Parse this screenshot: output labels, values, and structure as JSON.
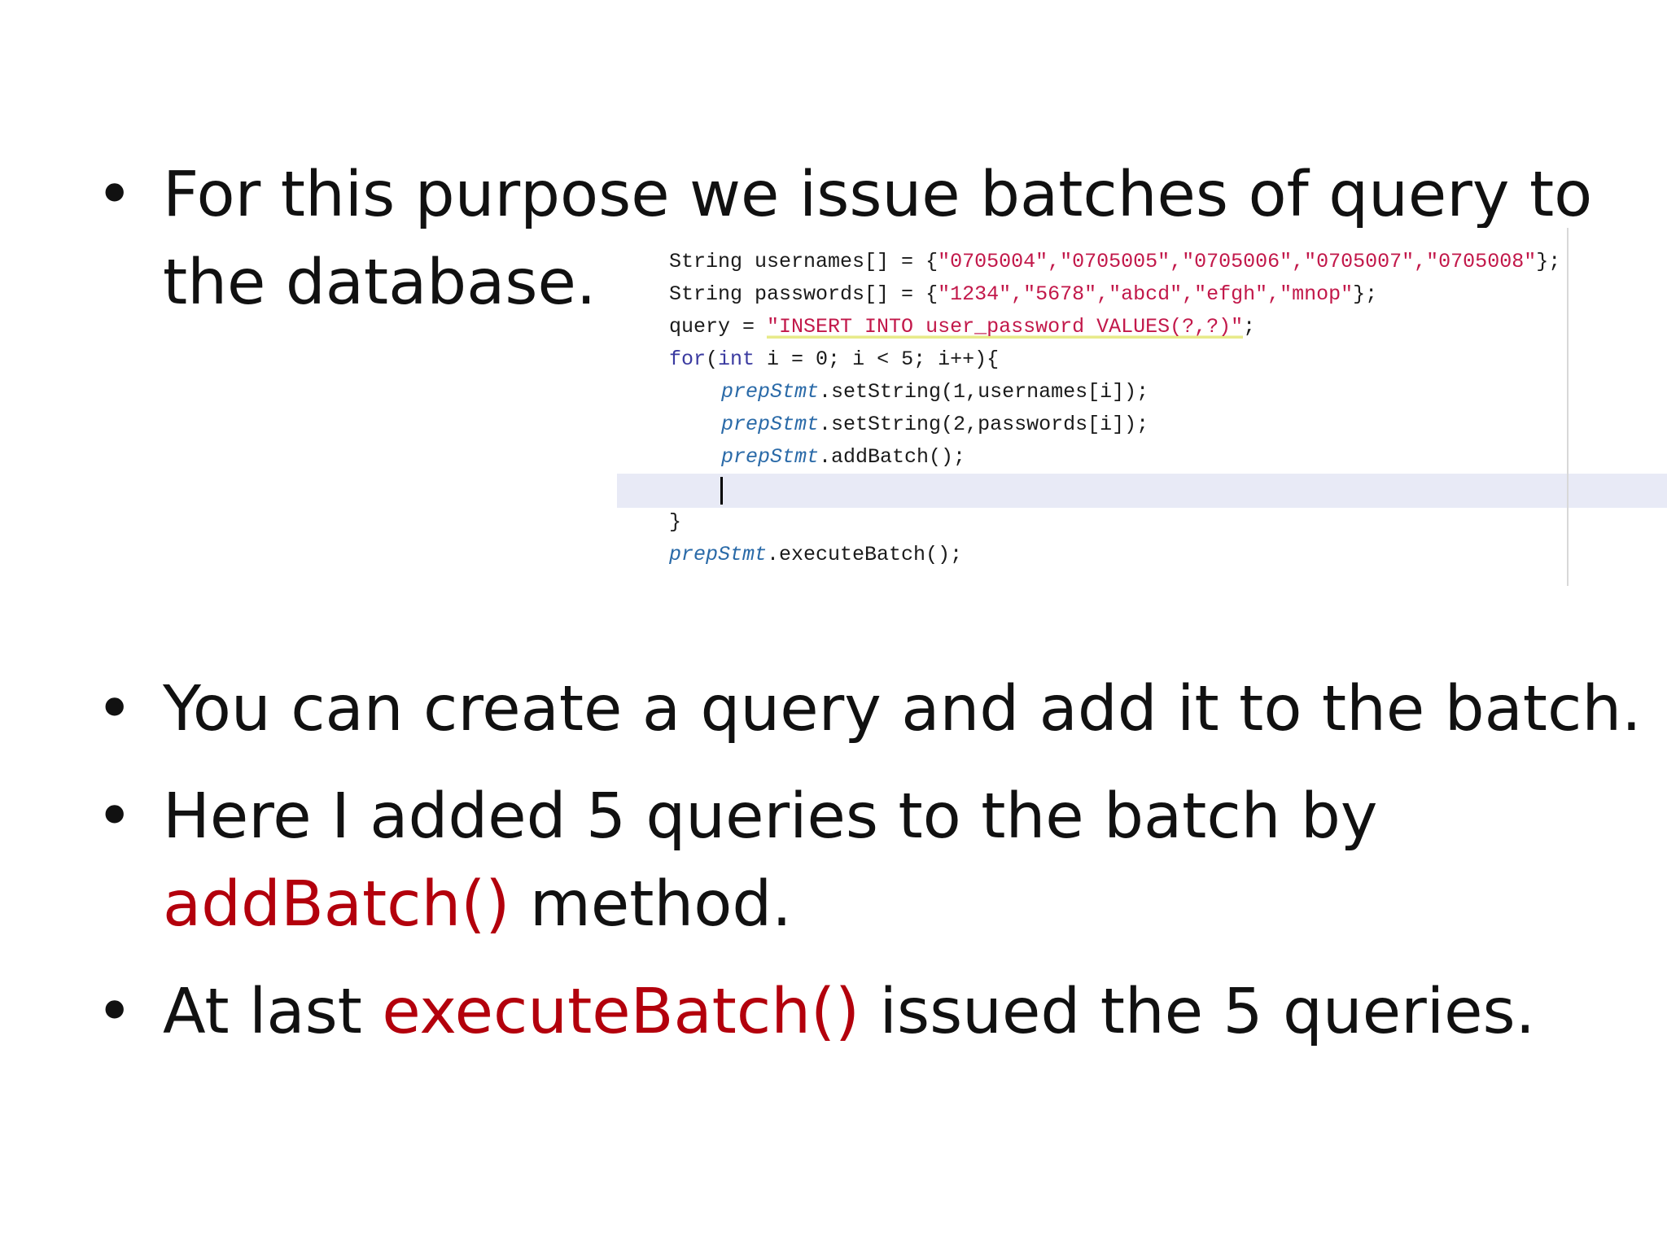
{
  "bullets": {
    "b1": {
      "symbol": "•",
      "line1": "For this purpose we issue batches of query to",
      "line2": "the database."
    },
    "b2": {
      "symbol": "•",
      "text": "You can create a query and add it to the batch."
    },
    "b3": {
      "symbol": "•",
      "line1": "Here I added 5 queries to the batch by",
      "line2_red": "addBatch()",
      "line2_rest": " method."
    },
    "b4": {
      "symbol": "•",
      "pre": "At last ",
      "red": "executeBatch()",
      "post": " issued the 5 queries."
    }
  },
  "code": {
    "l1_decl": "String usernames[] = ",
    "l1_open": "{",
    "l1_vals": "\"0705004\",\"0705005\",\"0705006\",\"0705007\",\"0705008\"",
    "l1_close": "};",
    "l2_decl": "String passwords[] = ",
    "l2_open": "{",
    "l2_vals": "\"1234\",\"5678\",\"abcd\",\"efgh\",\"mnop\"",
    "l2_close": "};",
    "l3_lhs": "query = ",
    "l3_sql": "\"INSERT INTO user_password VALUES(?,?)\"",
    "l3_end": ";",
    "l4_for": "for",
    "l4_paren": "(",
    "l4_int": "int",
    "l4_rest": " i = 0; i < 5; i++){",
    "l5_obj": "prepStmt",
    "l5_rest": ".setString(1,usernames[i]);",
    "l6_obj": "prepStmt",
    "l6_rest": ".setString(2,passwords[i]);",
    "l7_obj": "prepStmt",
    "l7_rest": ".addBatch();",
    "l9": "}",
    "l10_obj": "prepStmt",
    "l10_rest": ".executeBatch();"
  },
  "colors": {
    "accent_red": "#b3000c",
    "code_string": "#c2184a",
    "code_keyword": "#3a3aa0",
    "code_field": "#2a6aa8",
    "current_line": "#e8eaf6"
  }
}
